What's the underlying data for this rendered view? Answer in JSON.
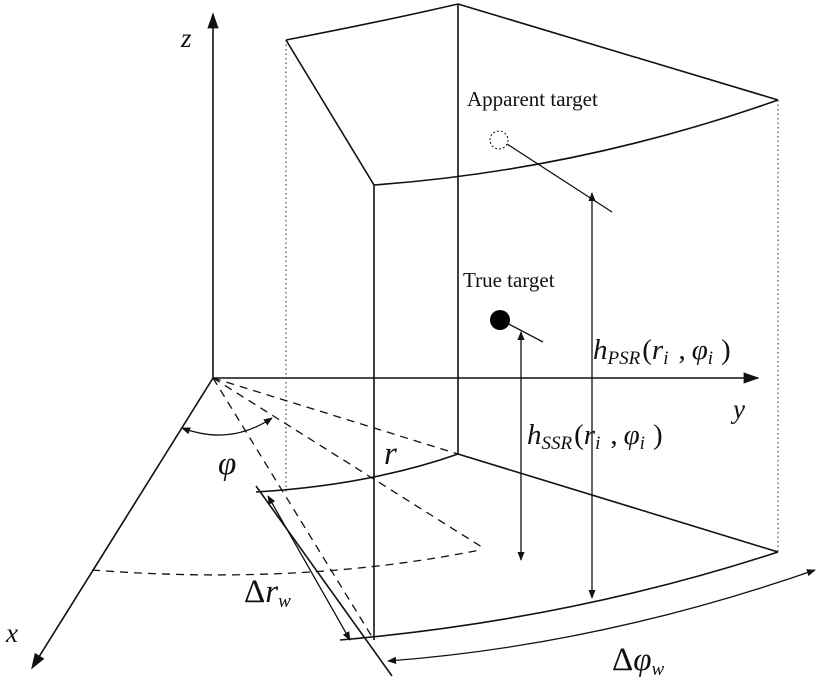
{
  "labels": {
    "apparent_target": "Apparent target",
    "true_target": "True target"
  },
  "axes": {
    "z": "z",
    "y": "y",
    "x": "x"
  },
  "symbols": {
    "azimuth": "φ",
    "range": "r",
    "delta": "Δ",
    "delta_r_main": "r",
    "delta_r_sub": "w",
    "delta_phi_main": "φ",
    "delta_phi_sub": "w"
  },
  "height_psr": {
    "h": "h",
    "sub": "PSR",
    "open": "(",
    "r": "r",
    "r_sub": "i",
    "comma": ",",
    "phi": "φ",
    "phi_sub": "i",
    "close": ")"
  },
  "height_ssr": {
    "h": "h",
    "sub": "SSR",
    "open": "(",
    "r": "r",
    "r_sub": "i",
    "comma": ",",
    "phi": "φ",
    "phi_sub": "i",
    "close": ")"
  },
  "colors": {
    "ink": "#111111",
    "background": "#ffffff"
  }
}
